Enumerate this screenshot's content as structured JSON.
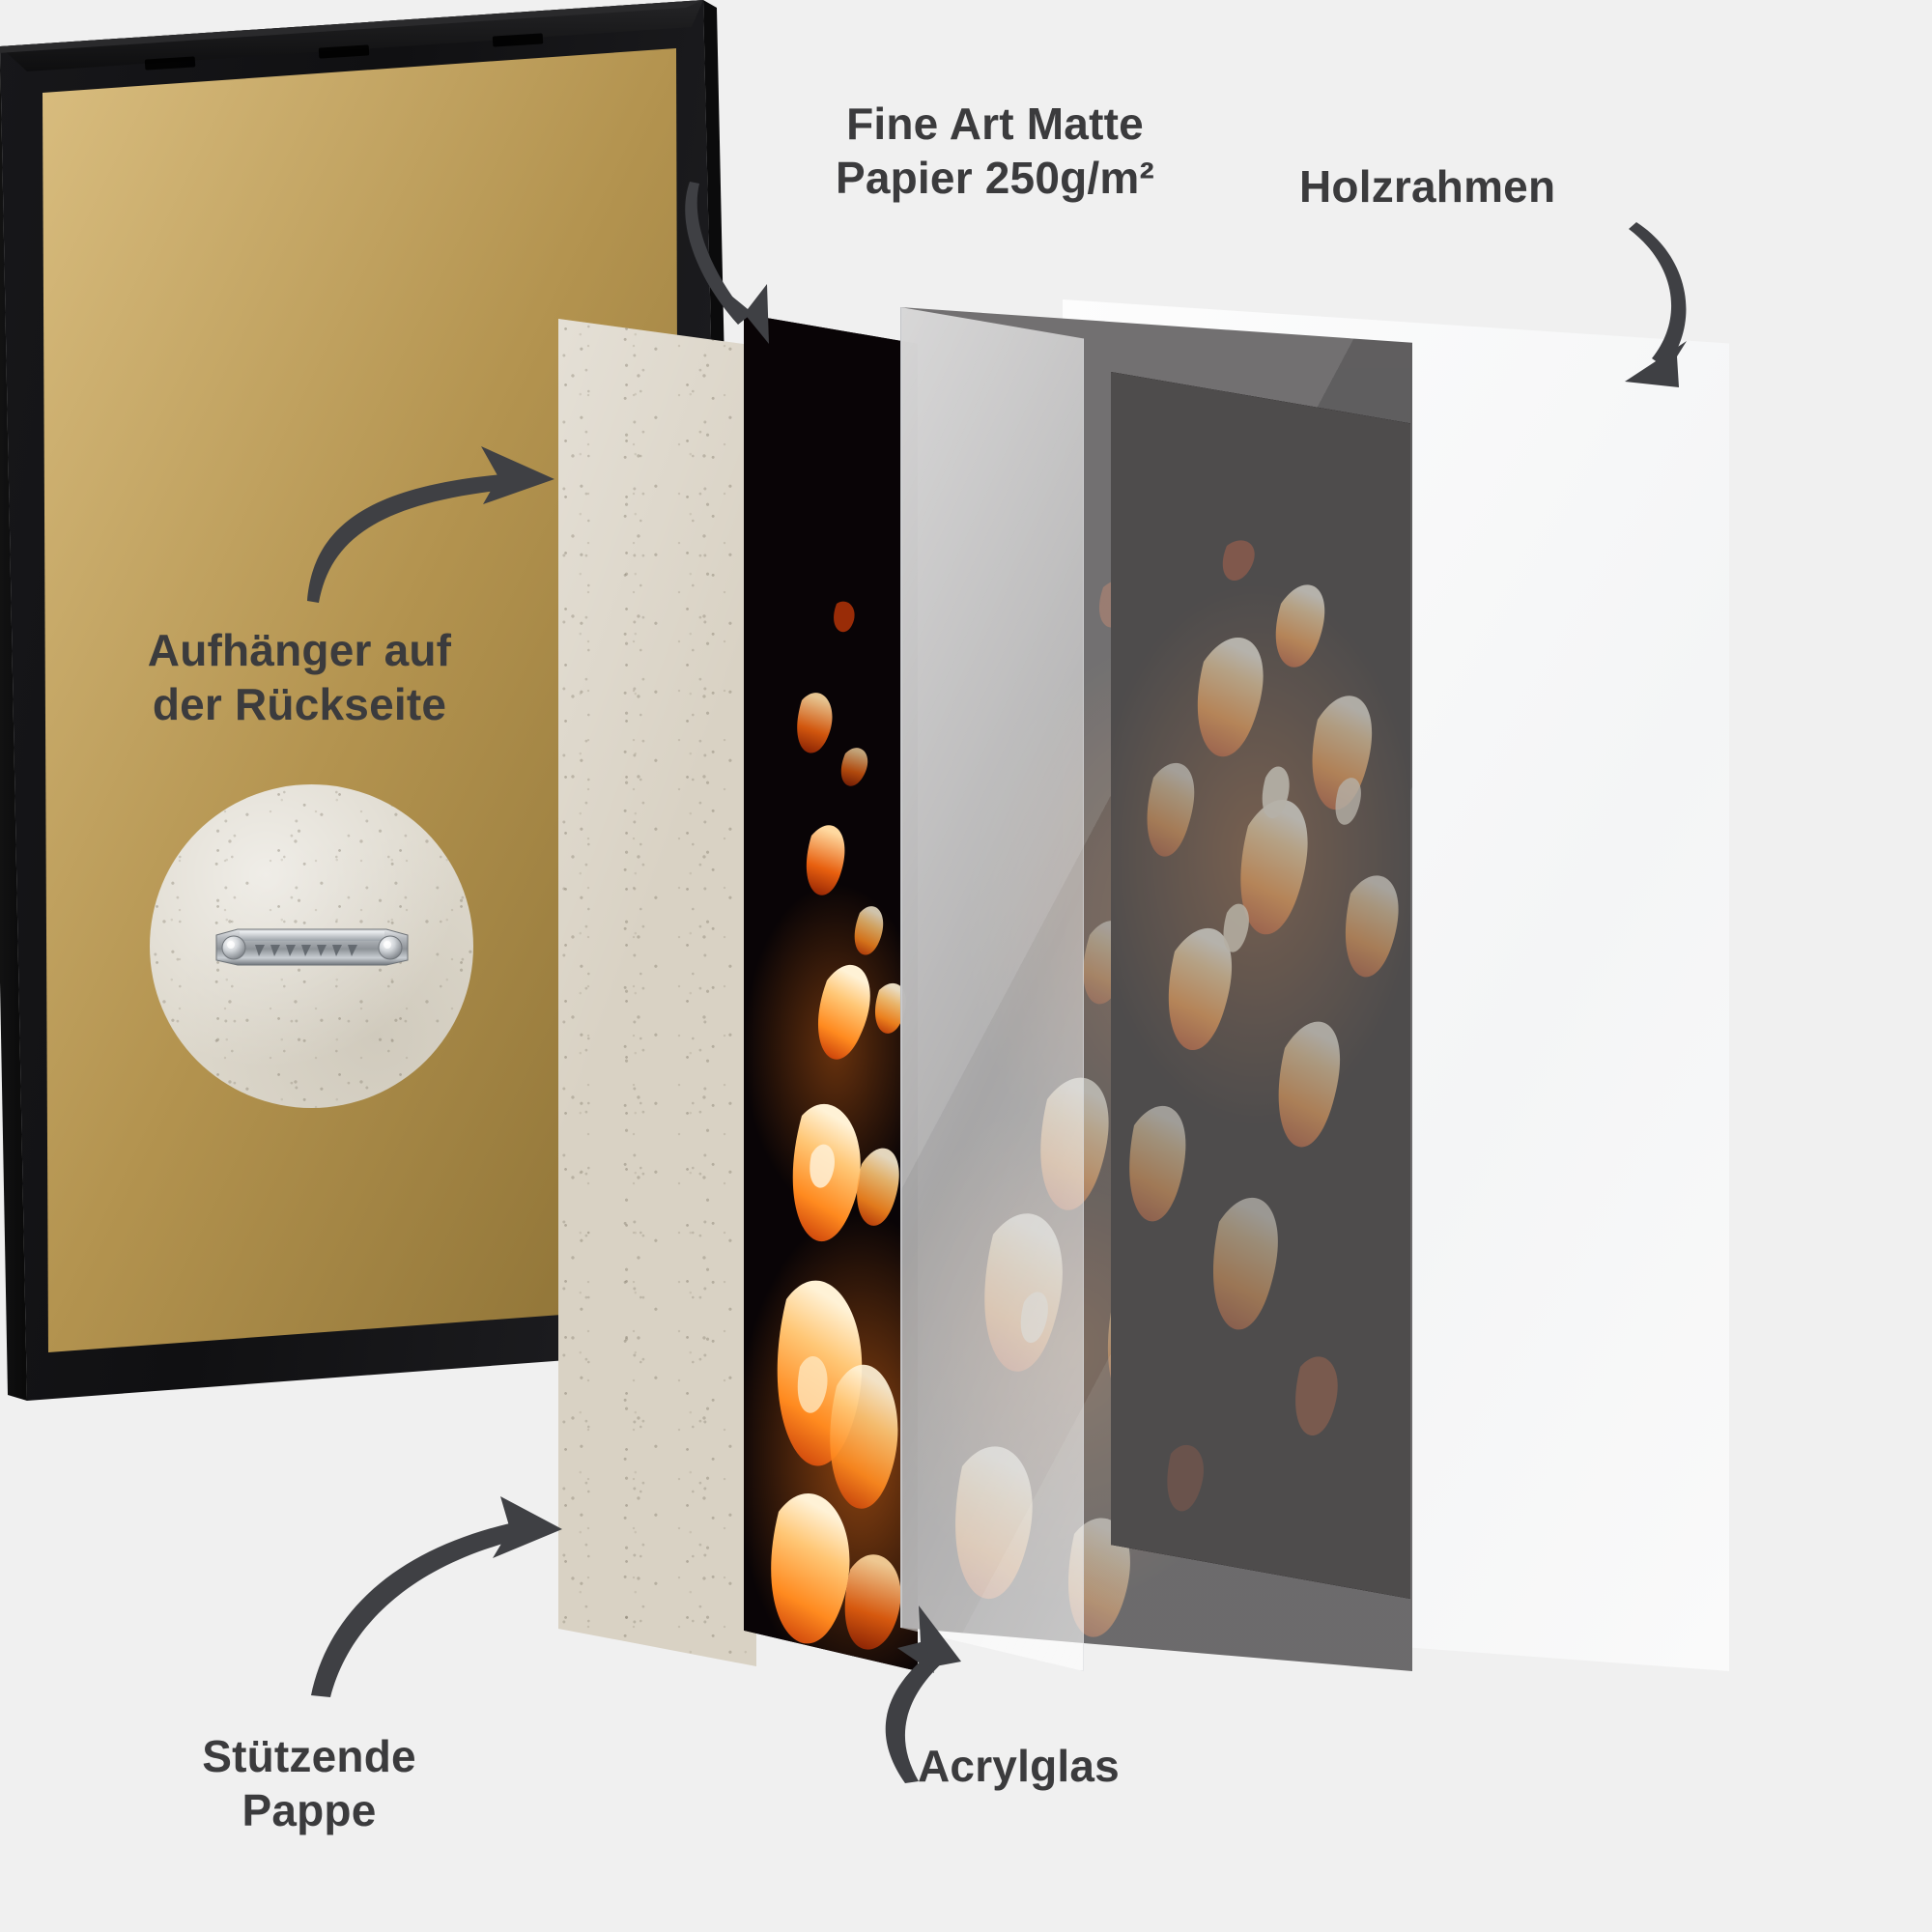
{
  "page": {
    "background_color": "#f0f0f0",
    "text_color": "#3b3b3d",
    "type": "product-exploded-diagram",
    "language": "de"
  },
  "labels": {
    "paper": "Fine Art Matte\nPapier 250g/m²",
    "frame": "Holzrahmen",
    "hanger": "Aufhänger auf\nder Rückseite",
    "board": "Stützende\nPappe",
    "acryl": "Acrylglas"
  },
  "layers": [
    {
      "id": "cardboard",
      "label": "Stützende Pappe",
      "color": "#d9d2c4"
    },
    {
      "id": "print",
      "label": "Fine Art Matte Papier 250g/m²",
      "color": "#0a0506"
    },
    {
      "id": "acryl",
      "label": "Acrylglas",
      "color": "#f2f3f4"
    },
    {
      "id": "frame",
      "label": "Holzrahmen",
      "color": "#141414",
      "accent_color": "#b79a5c"
    }
  ],
  "artwork": {
    "subject": "fire-flames",
    "background_color": "#0a0506",
    "flame_colors": [
      "#ff7a18",
      "#ffb347",
      "#ffe3b0",
      "#c23b0c"
    ]
  },
  "hanger": {
    "icon": "sawtooth-hanger-icon",
    "board_color": "#ddd8cc",
    "metal_color": "#b9bcc0"
  },
  "arrows": {
    "to_paper": "arrow-curved-down",
    "to_frame": "arrow-curved-down-left",
    "to_hanger": "arrow-curved-right",
    "to_board": "arrow-curved-up-right",
    "to_acryl": "arrow-curved-up-right"
  }
}
